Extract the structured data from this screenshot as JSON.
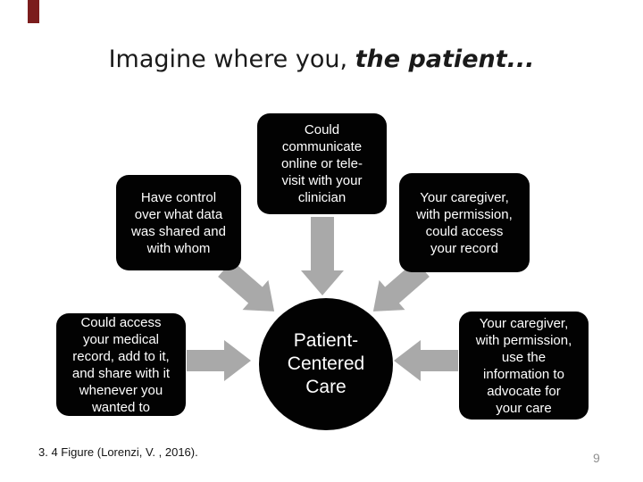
{
  "slide": {
    "title": {
      "regular": "Imagine where you, ",
      "emphasis": "the patient..."
    },
    "footer": {
      "citation": "3. 4 Figure (Lorenzi, V. , 2016).",
      "page_number": "9"
    }
  },
  "diagram": {
    "center": {
      "label": "Patient-\nCentered\nCare"
    },
    "boxes": [
      {
        "id": "top",
        "label": "Could\ncommunicate\nonline or tele-\nvisit with your\nclinician"
      },
      {
        "id": "upper-left",
        "label": "Have control\nover what data\nwas shared and\nwith whom"
      },
      {
        "id": "upper-right",
        "label": "Your caregiver,\nwith permission,\ncould access\nyour record"
      },
      {
        "id": "lower-left",
        "label": "Could access\nyour medical\nrecord, add to it,\nand share with it\nwhenever you\nwanted to"
      },
      {
        "id": "lower-right",
        "label": "Your caregiver,\nwith permission,\nuse the\ninformation to\nadvocate for\nyour care"
      }
    ],
    "arrows": [
      "top-box-to-center-down",
      "upper-left-box-to-center-diagonal",
      "upper-right-box-to-center-diagonal",
      "lower-left-box-to-center-right",
      "lower-right-box-to-center-left"
    ]
  },
  "colors": {
    "box-fill": "#020202",
    "box-text": "#ffffff",
    "arrow-gray": "#a9a9a9",
    "ribbon-red": "#7b1d1d",
    "title-dark": "#1a1a1a",
    "footer-dark": "#141414",
    "pagenum-gray": "#909090",
    "canvas-bg": "#ffffff"
  }
}
